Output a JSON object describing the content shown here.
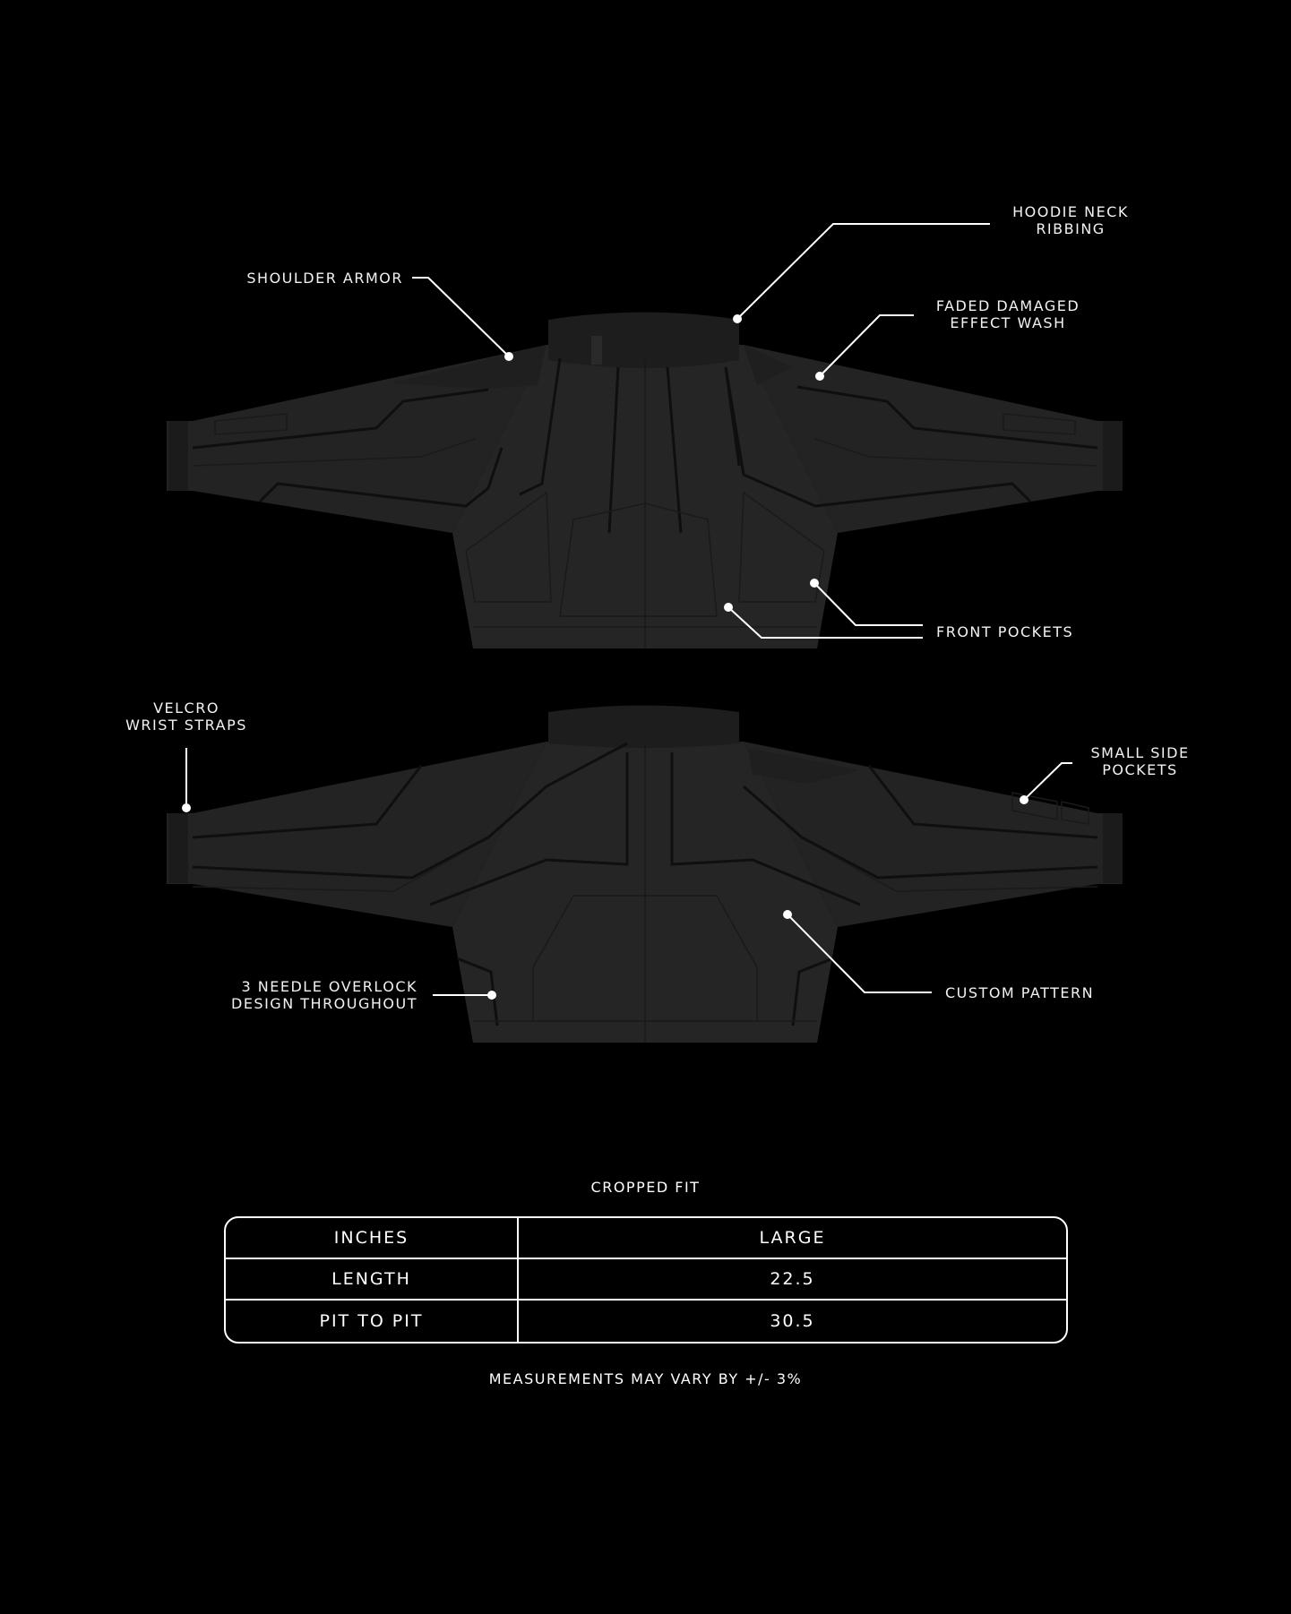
{
  "callouts": {
    "hoodie_neck": "HOODIE NECK\nRIBBING",
    "shoulder_armor": "SHOULDER ARMOR",
    "faded_wash": "FADED DAMAGED\nEFFECT WASH",
    "front_pockets": "FRONT POCKETS",
    "velcro": "VELCRO\nWRIST STRAPS",
    "small_side_pockets": "SMALL SIDE\nPOCKETS",
    "overlock": "3 NEEDLE OVERLOCK\nDESIGN THROUGHOUT",
    "custom_pattern": "CUSTOM PATTERN"
  },
  "fit_title": "CROPPED FIT",
  "size_table": {
    "header": {
      "label": "INCHES",
      "value": "LARGE"
    },
    "rows": [
      {
        "label": "LENGTH",
        "value": "22.5"
      },
      {
        "label": "PIT TO PIT",
        "value": "30.5"
      }
    ]
  },
  "disclaimer": "MEASUREMENTS MAY VARY BY +/- 3%",
  "colors": {
    "background": "#000000",
    "garment": "#232323",
    "seam": "#111111",
    "text": "#ffffff"
  }
}
